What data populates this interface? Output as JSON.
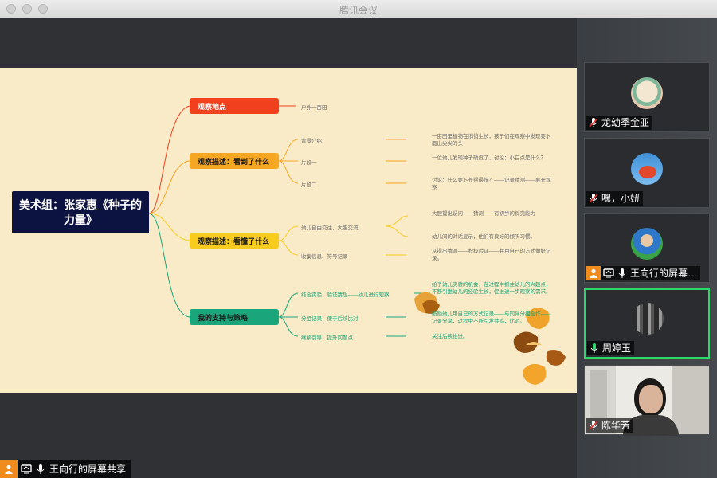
{
  "window": {
    "title": "腾讯会议"
  },
  "mindmap": {
    "root": "美术组：张家惠《种子的力量》",
    "branches": [
      {
        "label": "观察地点",
        "color": "#f0401e",
        "items": [
          {
            "sub": "户外一亩田",
            "detail": ""
          }
        ]
      },
      {
        "label": "观察描述：看到了什么",
        "color": "#f5a623",
        "items": [
          {
            "sub": "背景介绍",
            "detail": "一亩田里植物在悄悄生长，孩子们在观察中发现要卜面出尖尖的头"
          },
          {
            "sub": "片段一",
            "detail": "一位幼儿发现种子破皮了，讨论：小白点是什么？"
          },
          {
            "sub": "片段二",
            "detail": "讨论：什么要卜长得最快？——记录猜测——展开观察"
          }
        ]
      },
      {
        "label": "观察描述：看懂了什么",
        "color": "#f7cc1e",
        "items": [
          {
            "sub": "幼儿自由交往、大胆交流",
            "detail": "大胆提出疑问——猜测——有初步的探究能力"
          },
          {
            "sub": "",
            "detail": "幼儿间的对话显示，他们有良好的倾听习惯。"
          },
          {
            "sub": "收集信息、符号记录",
            "detail": "从提出猜测——积极验证——并用自己的方式做好记录。"
          }
        ]
      },
      {
        "label": "我的支持与策略",
        "color": "#1aa67a",
        "items": [
          {
            "sub": "结合实验，验证猜想——幼儿进行观察",
            "detail": "给予幼儿实验的机会，在过程中抓住幼儿的兴趣点，不断引推幼儿的经验生长，促进进一步观察的需求。"
          },
          {
            "sub": "分组记录，便于后续比对",
            "detail": "鼓励幼儿用自己的方式记录——与同伴分组合作——记录分享，过程中不断引发共鸣，比对。"
          },
          {
            "sub": "继续引导，提升问题点",
            "detail": "关注后续推进。"
          }
        ]
      }
    ]
  },
  "participants": [
    {
      "name": "龙幼季金亚",
      "mic": "muted",
      "sharing": false,
      "active": false,
      "avatar": "cartoon-avatar"
    },
    {
      "name": "嘿，小妞",
      "mic": "muted",
      "sharing": false,
      "active": false,
      "avatar": "crab-avatar"
    },
    {
      "name": "王向行的屏幕…",
      "mic": "on",
      "sharing": true,
      "active": false,
      "avatar": "playground-avatar"
    },
    {
      "name": "周婷玉",
      "mic": "speaking",
      "sharing": false,
      "active": true,
      "avatar": "group-photo-avatar"
    },
    {
      "name": "陈华芳",
      "mic": "muted",
      "sharing": false,
      "active": false,
      "avatar": "camera-video"
    }
  ],
  "bottom_bar": {
    "label": "王向行的屏幕共享"
  },
  "colors": {
    "speaking_border": "#2bd96a",
    "share_orange": "#f08c1e",
    "slide_bg": "#faebc8",
    "root_bg": "#0c1340"
  }
}
